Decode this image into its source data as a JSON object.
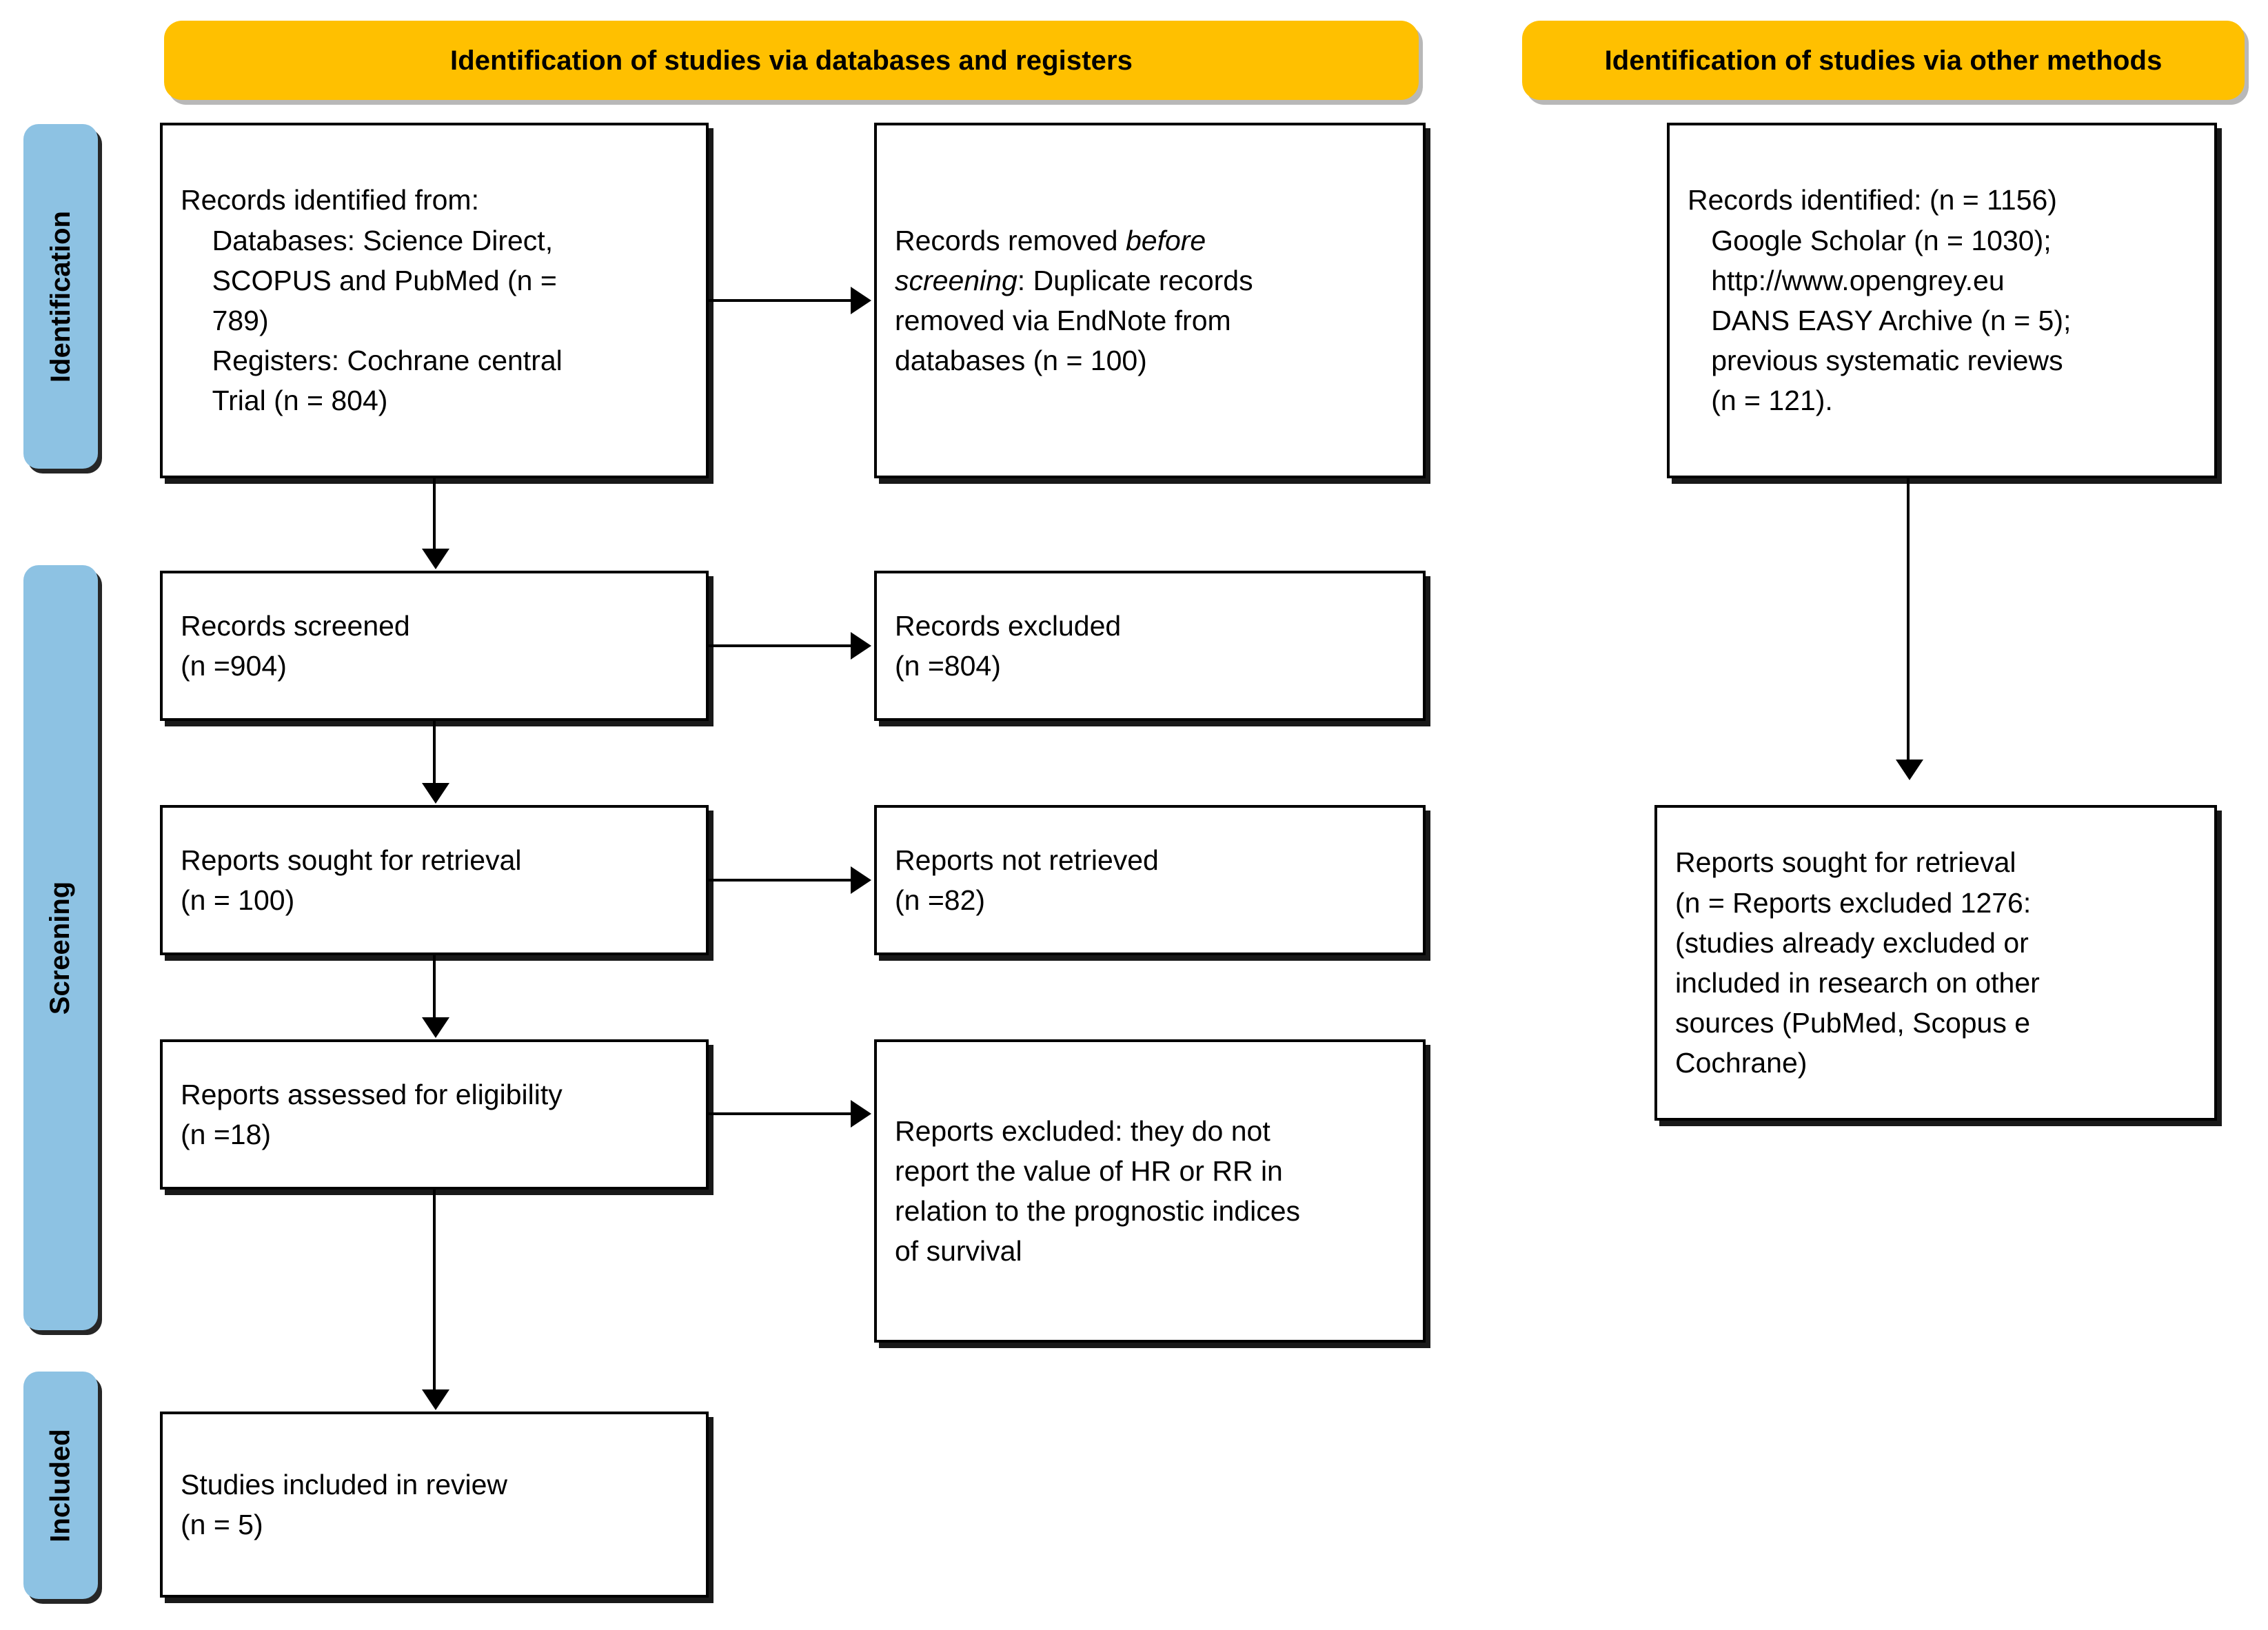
{
  "diagram": {
    "title": "PRISMA 2020 flow diagram",
    "colors": {
      "banner": "#FFC000",
      "phase_strip": "#8DC2E3",
      "box_border": "#000000",
      "background": "#FFFFFF"
    }
  },
  "banners": [
    {
      "id": "databases",
      "label": "Identification of studies via databases and registers"
    },
    {
      "id": "other",
      "label": "Identification of studies via other methods"
    }
  ],
  "phases": [
    {
      "id": "identification",
      "label": "Identification"
    },
    {
      "id": "screening",
      "label": "Screening"
    },
    {
      "id": "included",
      "label": "Included"
    }
  ],
  "boxes": {
    "records_identified_db": {
      "text": "Records identified from:\n    Databases: Science Direct,\n    SCOPUS and PubMed (n =\n    789)\n    Registers: Cochrane central\n    Trial (n = 804)"
    },
    "records_removed": {
      "text_pre": "Records removed ",
      "text_em1": "before",
      "text_mid": "\n",
      "text_em2": "screening",
      "text_post": ": Duplicate records\nremoved via EndNote from\ndatabases (n = 100)"
    },
    "records_screened": {
      "text": "Records screened\n(n =904)"
    },
    "records_excluded": {
      "text": "Records excluded\n(n =804)"
    },
    "reports_sought": {
      "text": "Reports sought for retrieval\n(n = 100)"
    },
    "reports_not_retrieved": {
      "text": "Reports not retrieved\n(n =82)"
    },
    "reports_assessed": {
      "text": "Reports assessed for eligibility\n(n =18)"
    },
    "reports_excluded_eligibility": {
      "text": "Reports excluded: they do not\nreport the value of HR or RR in\nrelation to the prognostic indices\nof survival"
    },
    "studies_included": {
      "text": "Studies included in review\n(n = 5)"
    },
    "records_identified_other": {
      "text": "Records identified: (n = 1156)\n   Google Scholar (n = 1030);\n   http://www.opengrey.eu\n   DANS EASY Archive (n = 5);\n   previous systematic reviews\n   (n = 121)."
    },
    "reports_sought_other": {
      "text": "Reports sought for retrieval\n(n = Reports excluded 1276:\n(studies already excluded or\nincluded in research on other\nsources (PubMed, Scopus e\nCochrane)"
    }
  }
}
